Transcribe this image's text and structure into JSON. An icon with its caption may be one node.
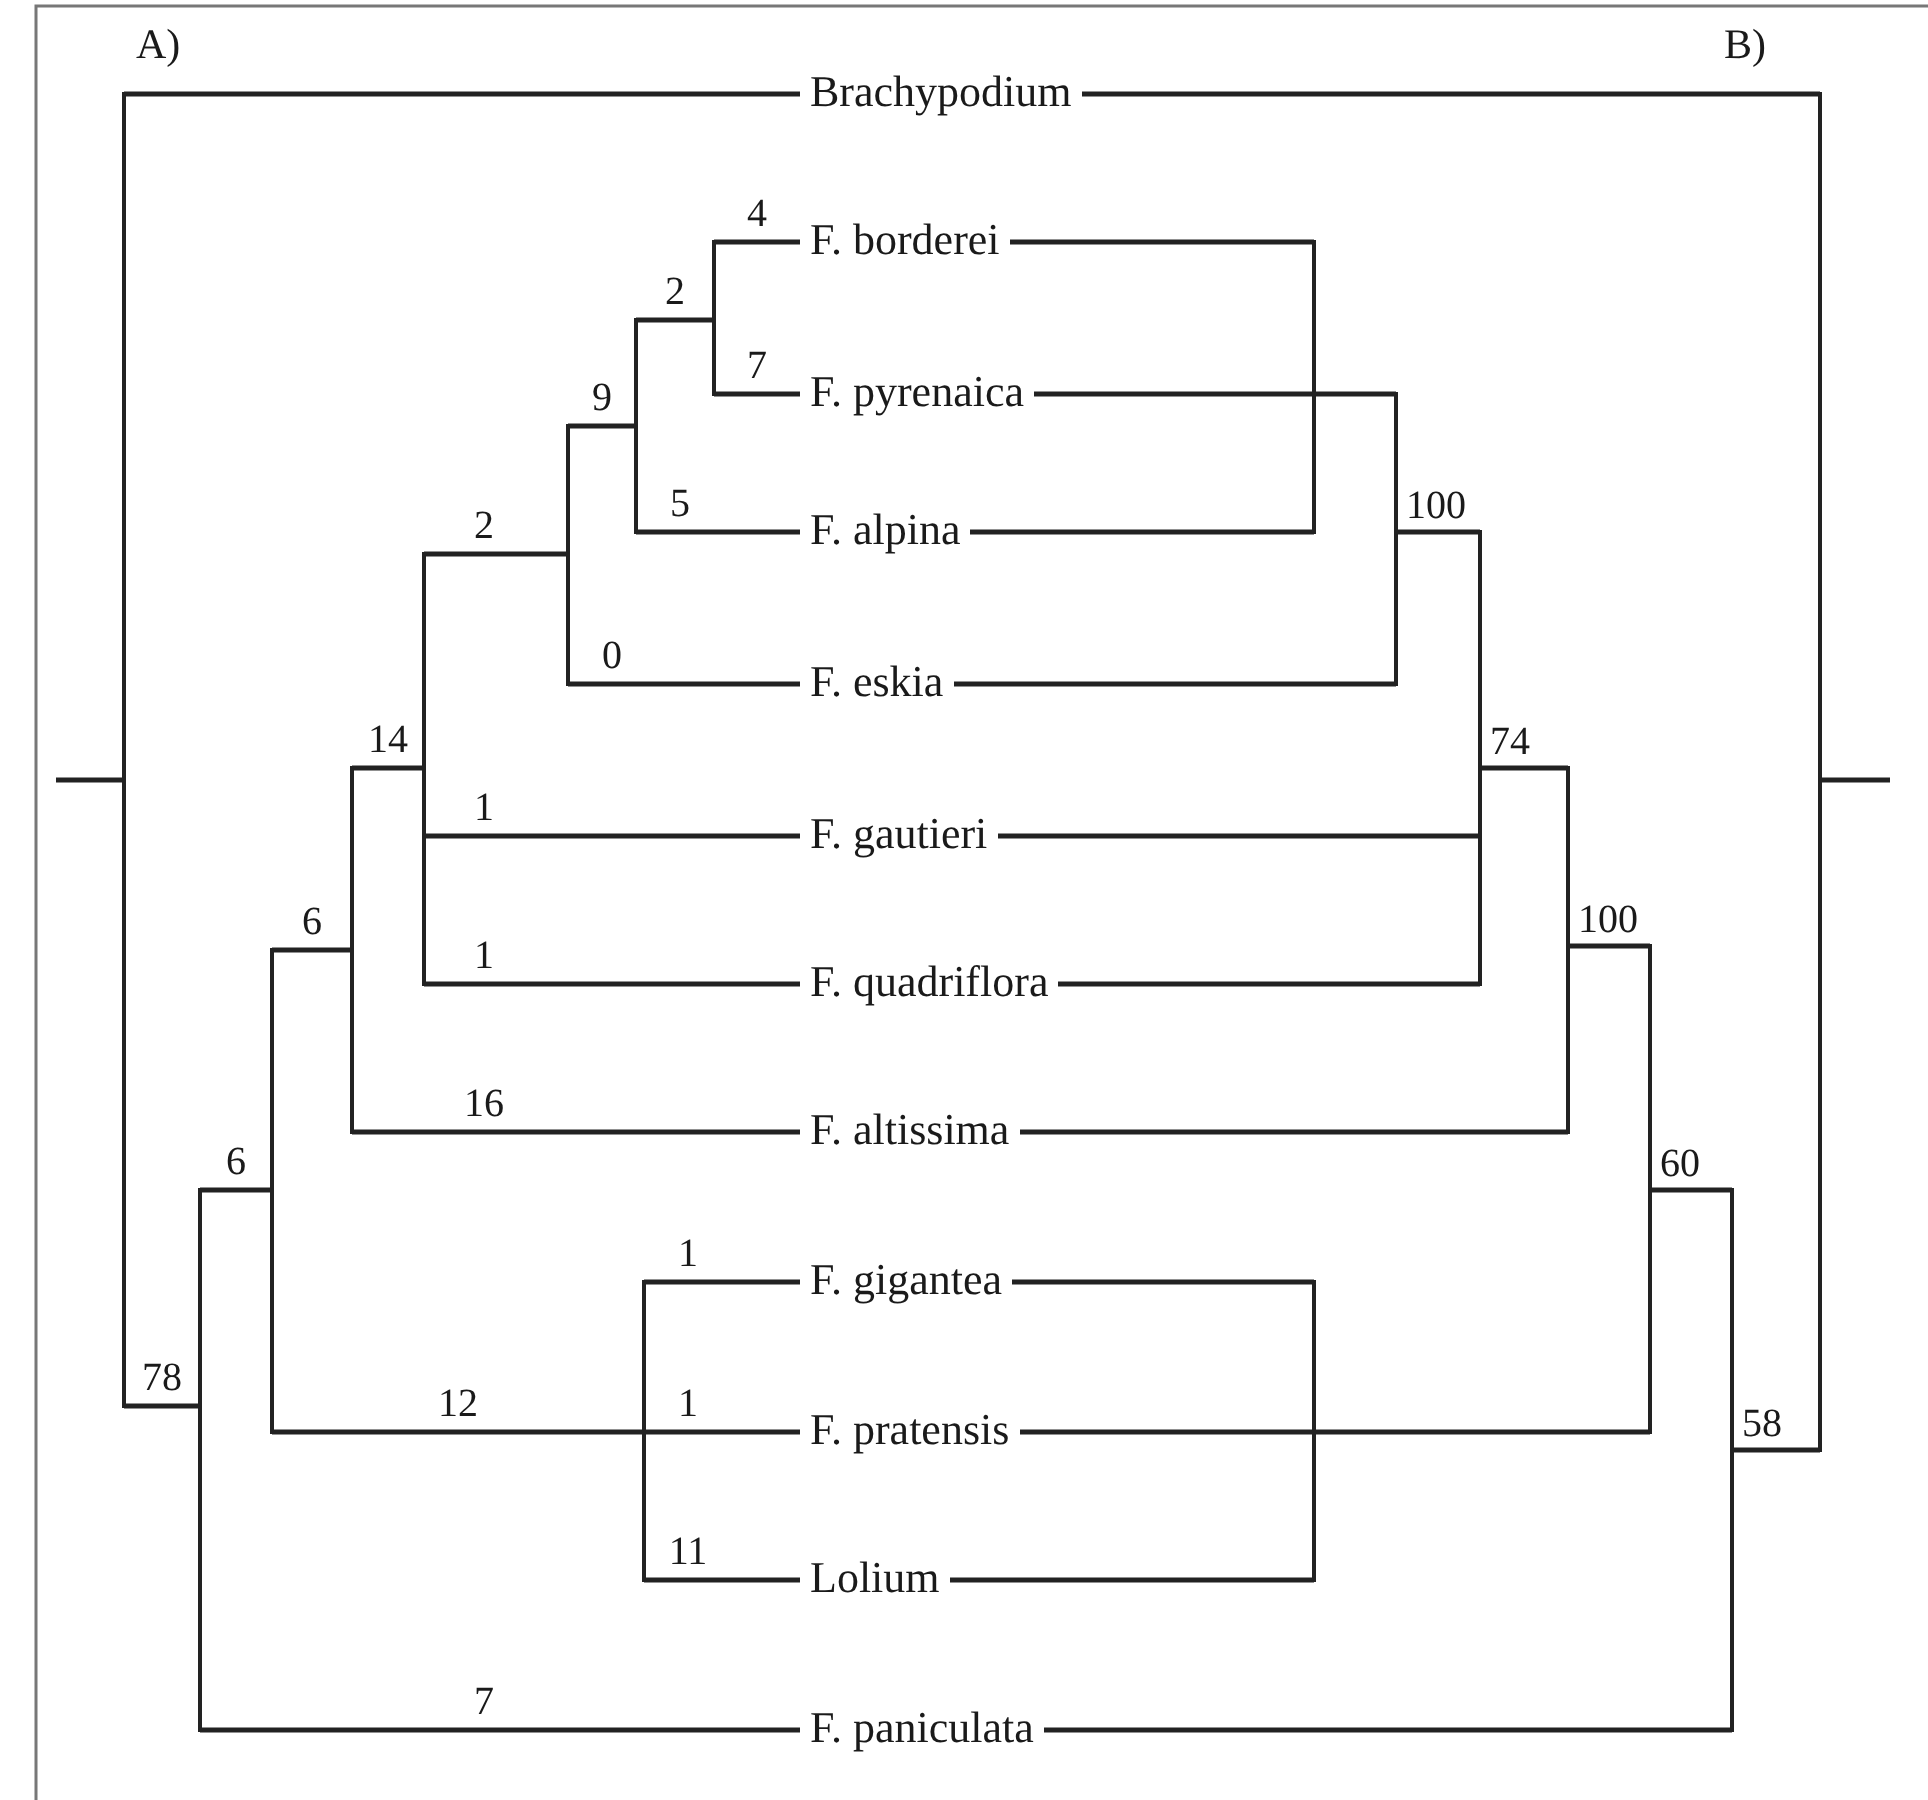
{
  "diagram": {
    "nodes": [
      {
        "text": [
          "Brachypodium"
        ]
      },
      {
        "text": [
          "F. borderei"
        ]
      },
      {
        "text": [
          "F. pyrenaica"
        ]
      },
      {
        "text": [
          "F. alpina"
        ]
      },
      {
        "text": [
          "F. eskia"
        ]
      },
      {
        "text": [
          "F. gautieri"
        ]
      },
      {
        "text": [
          "F. quadriflora"
        ]
      },
      {
        "text": [
          "F. altissima"
        ]
      },
      {
        "text": [
          "F. gigantea"
        ]
      },
      {
        "text": [
          "F. pratensis"
        ]
      },
      {
        "text": [
          "Lolium"
        ]
      },
      {
        "text": [
          "F. paniculata"
        ]
      },
      {
        "text": [],
        "shape": "bar"
      },
      {
        "text": [],
        "shape": "bar"
      },
      {
        "text": [],
        "shape": "bar"
      },
      {
        "text": [],
        "shape": "bar"
      },
      {
        "text": [],
        "shape": "bar"
      },
      {
        "text": [],
        "shape": "bar"
      },
      {
        "text": [],
        "shape": "bar"
      },
      {
        "text": [],
        "shape": "bar"
      },
      {
        "text": [],
        "shape": "bar"
      },
      {
        "text": [],
        "shape": "bar"
      },
      {
        "text": [],
        "shape": "bar",
        "beside": [
          "58"
        ]
      },
      {
        "text": [],
        "shape": "bar",
        "beside": [
          "60"
        ]
      },
      {
        "text": [],
        "shape": "bar",
        "beside": [
          "100"
        ]
      },
      {
        "text": [],
        "shape": "bar",
        "beside": [
          "74"
        ]
      },
      {
        "text": [],
        "shape": "bar",
        "beside": [
          "100"
        ]
      },
      {
        "text": [],
        "shape": "bar"
      },
      {
        "text": [],
        "shape": "bar"
      }
    ],
    "edges": [
      {
        "from": 12,
        "to": 0,
        "arrow": "none"
      },
      {
        "from": 12,
        "to": 13,
        "arrow": "none",
        "label": "78"
      },
      {
        "from": 13,
        "to": 14,
        "arrow": "none",
        "label": "6"
      },
      {
        "from": 13,
        "to": 11,
        "arrow": "none",
        "label": "7"
      },
      {
        "from": 14,
        "to": 15,
        "arrow": "none",
        "label": "6"
      },
      {
        "from": 14,
        "to": 20,
        "arrow": "none",
        "label": "12"
      },
      {
        "from": 15,
        "to": 16,
        "arrow": "none",
        "label": "14"
      },
      {
        "from": 15,
        "to": 7,
        "arrow": "none",
        "label": "16"
      },
      {
        "from": 16,
        "to": 17,
        "arrow": "none",
        "label": "2"
      },
      {
        "from": 16,
        "to": 5,
        "arrow": "none",
        "label": "1"
      },
      {
        "from": 16,
        "to": 6,
        "arrow": "none",
        "label": "1"
      },
      {
        "from": 17,
        "to": 18,
        "arrow": "none",
        "label": "9"
      },
      {
        "from": 17,
        "to": 4,
        "arrow": "none",
        "label": "0"
      },
      {
        "from": 18,
        "to": 19,
        "arrow": "none",
        "label": "2"
      },
      {
        "from": 18,
        "to": 3,
        "arrow": "none",
        "label": "5"
      },
      {
        "from": 19,
        "to": 1,
        "arrow": "none",
        "label": "4"
      },
      {
        "from": 19,
        "to": 2,
        "arrow": "none",
        "label": "7"
      },
      {
        "from": 20,
        "to": 8,
        "arrow": "none",
        "label": "1"
      },
      {
        "from": 20,
        "to": 9,
        "arrow": "none",
        "label": "1"
      },
      {
        "from": 20,
        "to": 10,
        "arrow": "none",
        "label": "11"
      },
      {
        "from": null,
        "to": 12,
        "arrow": "none"
      },
      {
        "from": 21,
        "to": 0,
        "arrow": "none"
      },
      {
        "from": 21,
        "to": 22,
        "arrow": "none"
      },
      {
        "from": 22,
        "to": 23,
        "arrow": "none"
      },
      {
        "from": 22,
        "to": 11,
        "arrow": "none"
      },
      {
        "from": 23,
        "to": 24,
        "arrow": "none"
      },
      {
        "from": 23,
        "to": 28,
        "arrow": "none"
      },
      {
        "from": 24,
        "to": 25,
        "arrow": "none"
      },
      {
        "from": 24,
        "to": 7,
        "arrow": "none"
      },
      {
        "from": 25,
        "to": 26,
        "arrow": "none"
      },
      {
        "from": 25,
        "to": 5,
        "arrow": "none"
      },
      {
        "from": 25,
        "to": 6,
        "arrow": "none"
      },
      {
        "from": 26,
        "to": 27,
        "arrow": "none"
      },
      {
        "from": 26,
        "to": 4,
        "arrow": "none"
      },
      {
        "from": 27,
        "to": 1,
        "arrow": "none"
      },
      {
        "from": 27,
        "to": 2,
        "arrow": "none"
      },
      {
        "from": 27,
        "to": 3,
        "arrow": "none"
      },
      {
        "from": 28,
        "to": 8,
        "arrow": "none"
      },
      {
        "from": 28,
        "to": 9,
        "arrow": "none"
      },
      {
        "from": 28,
        "to": 10,
        "arrow": "none"
      },
      {
        "from": null,
        "to": 21,
        "arrow": "none"
      }
    ],
    "labels": [
      "A)",
      "B)"
    ]
  }
}
